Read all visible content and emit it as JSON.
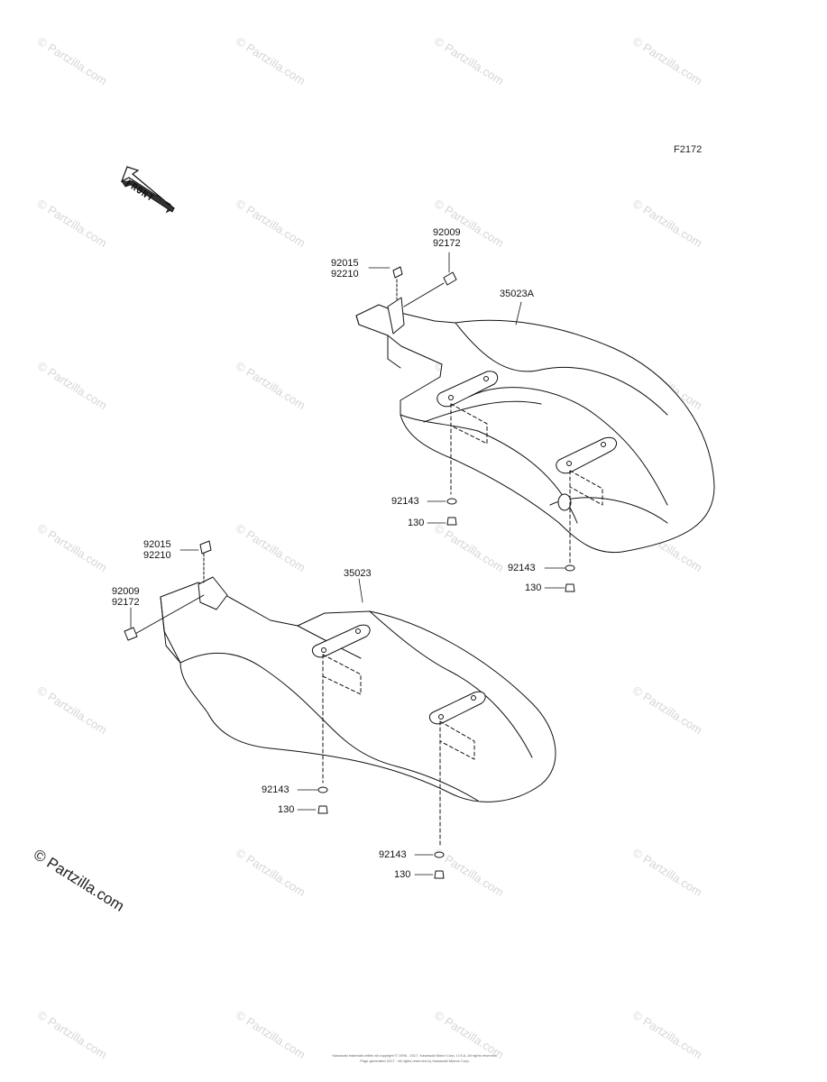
{
  "diagram": {
    "figure_code": "F2172",
    "front_label": "FRONT",
    "watermark": "© Partzilla.com",
    "copyright_line_1": "Kawasaki materials within all copyright © 1996 - 2017, Kawasaki Motor Corp. U.S.A. All rights reserved.",
    "copyright_line_2": "Page generated 2017 · All rights reserved by Kawasaki Motors Corp."
  },
  "parts": {
    "upper_fender": "35023A",
    "lower_fender": "35023",
    "upper_clip_a": "92015",
    "upper_clip_b": "92210",
    "upper_bolt_a": "92009",
    "upper_bolt_b": "92172",
    "upper_washer_1": "92143",
    "upper_bolt_1": "130",
    "upper_washer_2": "92143",
    "upper_bolt_2": "130",
    "lower_clip_a": "92015",
    "lower_clip_b": "92210",
    "lower_bolt_a": "92009",
    "lower_bolt_b": "92172",
    "lower_washer_1": "92143",
    "lower_bolt_1": "130",
    "lower_washer_2": "92143",
    "lower_bolt_2": "130"
  }
}
